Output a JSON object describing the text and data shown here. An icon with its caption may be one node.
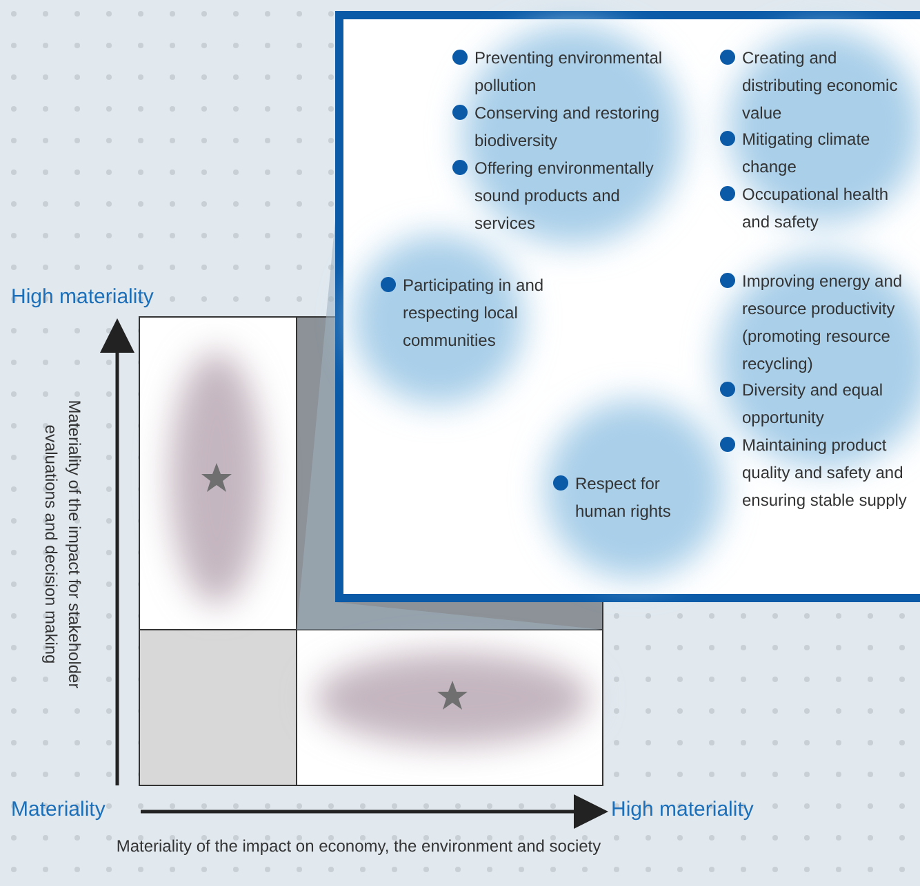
{
  "diagram": {
    "labels": [
      "Preventing environmental pollution",
      "Conserving and restoring biodiversity",
      "Offering environmentally sound products and services",
      "Creating and distributing economic value",
      "Mitigating climate change",
      "Occupational health and safety",
      "High materiality",
      "Participating in and respecting local communities",
      "Improving energy and resource productivity (promoting resource recycling)",
      "Diversity and equal opportunity",
      "Maintaining product quality and safety and ensuring stable supply",
      "Materiality of the impact for stakeholder evaluations and decision making",
      "Respect for human rights",
      "Materiality",
      "High materiality",
      "Materiality of the impact on economy, the environment and society"
    ]
  }
}
